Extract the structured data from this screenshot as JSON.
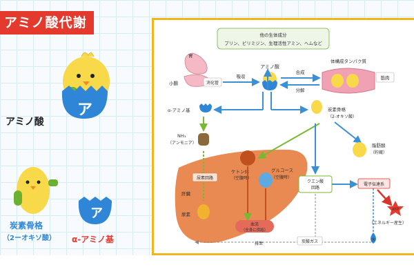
{
  "title": "アミノ酸代謝",
  "left": {
    "amino_acid_label": "アミノ酸",
    "carbon_skeleton_label": "炭素骨格",
    "carbon_skeleton_sub": "（2ーオキソ酸）",
    "alpha_amino_label": "α-アミノ基",
    "badge_char": "ア"
  },
  "diagram": {
    "other_components_title": "他の生体成分",
    "other_components_items": "プリン、ピリミジン、生理活性アミン、ヘムなど",
    "stomach": "胃",
    "small_intestine": "小腸",
    "digestion_absorption": "消化管",
    "absorption": "吸収",
    "amino_acid": "アミノ酸",
    "synthesis": "合成",
    "decomposition": "分解",
    "body_protein": "体構成タンパク質",
    "muscle": "筋肉",
    "alpha_amino_group": "α-アミノ基",
    "carbon_skeleton": "炭素骨格",
    "carbon_skeleton_sub": "（2-オキソ酸）",
    "nh3": "NH₃",
    "ammonia": "（アンモニア）",
    "fatty_acid": "脂肪酸",
    "storage": "（貯蔵）",
    "ketone": "ケトン体",
    "ketone_sub": "（空腹時）",
    "glucose": "グルコース",
    "glucose_sub": "（空腹時）",
    "liver": "肝臓",
    "urea_cycle": "尿素回路",
    "citric_cycle": "クエン酸",
    "citric_cycle2": "回路",
    "electron_transport": "電子伝達系",
    "atp": "ATP",
    "energy": "（エネルギー産生）",
    "urea": "尿素",
    "blood": "血流",
    "blood_sub": "（全身に供給）",
    "excretion": "排泄",
    "co2": "炭酸ガス",
    "water": "水",
    "badge_char": "ア"
  },
  "colors": {
    "banner": "#e43a2e",
    "panel_border": "#f2b51c",
    "liver": "#e98a52",
    "arrow_blue": "#3b8fd4",
    "arrow_green": "#78b833",
    "arrow_red": "#d9342b",
    "chick_yellow": "#f7d94a",
    "shell_blue": "#2f86d6"
  }
}
